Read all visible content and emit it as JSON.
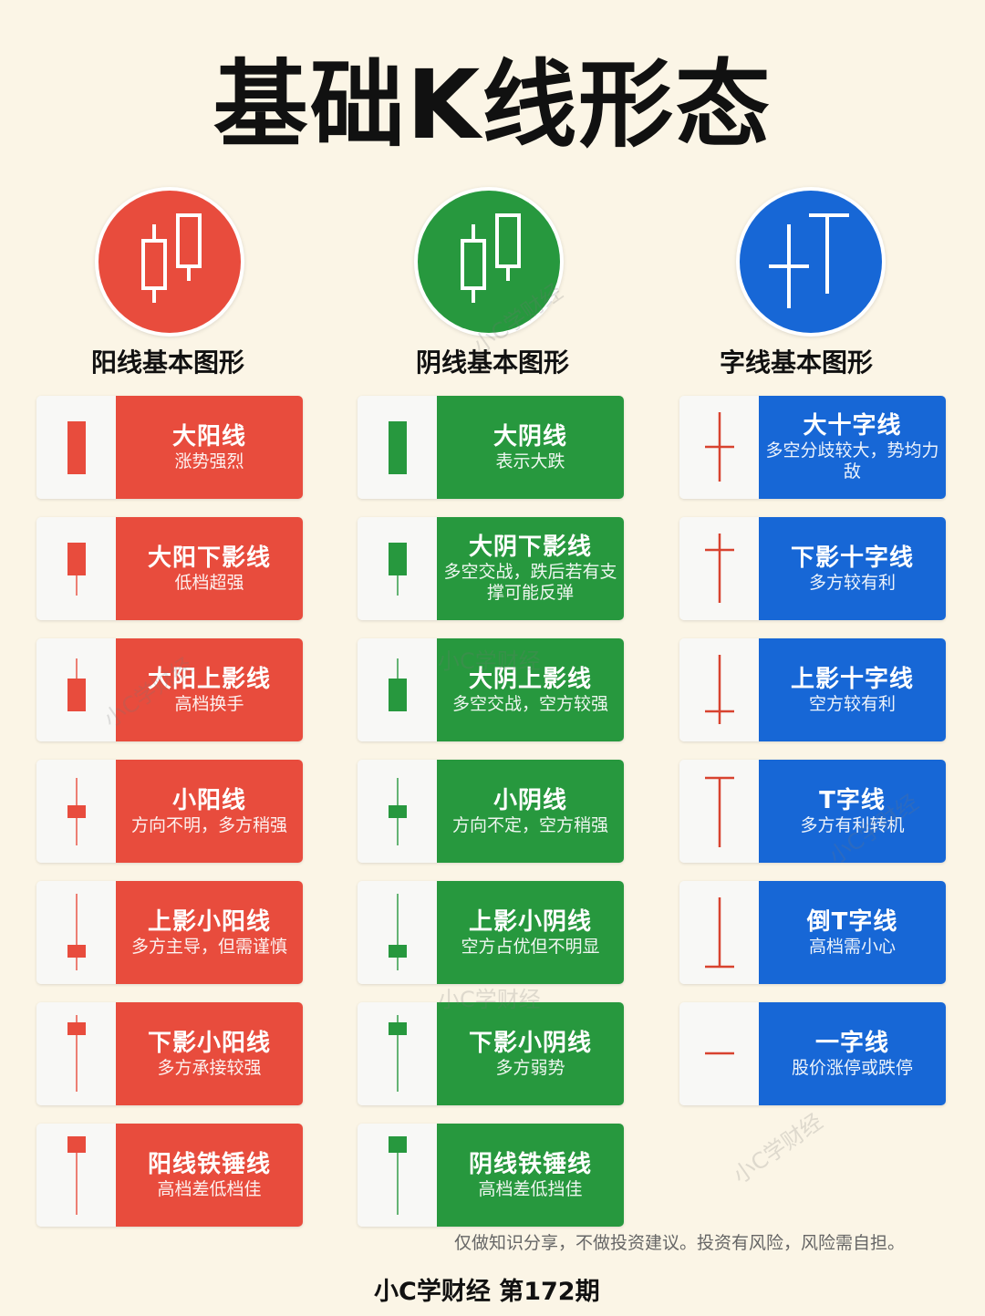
{
  "title": "基础K线形态",
  "colors": {
    "background": "#fbf5e6",
    "yang_red": "#e84c3d",
    "yin_green": "#27983e",
    "cross_blue": "#1767d6",
    "doji_line_red": "#d8432f"
  },
  "columns": [
    {
      "header": "阳线基本图形",
      "icon": "candlestick-icon",
      "color": "red",
      "cards": [
        {
          "name": "大阳线",
          "desc": "涨势强烈",
          "shape": "big-body"
        },
        {
          "name": "大阳下影线",
          "desc": "低档超强",
          "shape": "big-body-lower-shadow"
        },
        {
          "name": "大阳上影线",
          "desc": "高档换手",
          "shape": "big-body-upper-shadow"
        },
        {
          "name": "小阳线",
          "desc": "方向不明，多方稍强",
          "shape": "small-body-both-shadows"
        },
        {
          "name": "上影小阳线",
          "desc": "多方主导，但需谨慎",
          "shape": "small-body-long-upper"
        },
        {
          "name": "下影小阳线",
          "desc": "多方承接较强",
          "shape": "small-body-long-lower"
        },
        {
          "name": "阳线铁锤线",
          "desc": "高档差低档佳",
          "shape": "hammer"
        }
      ]
    },
    {
      "header": "阴线基本图形",
      "icon": "candlestick-icon",
      "color": "green",
      "cards": [
        {
          "name": "大阴线",
          "desc": "表示大跌",
          "shape": "big-body"
        },
        {
          "name": "大阴下影线",
          "desc": "多空交战，跌后若有支撑可能反弹",
          "shape": "big-body-lower-shadow"
        },
        {
          "name": "大阴上影线",
          "desc": "多空交战，空方较强",
          "shape": "big-body-upper-shadow"
        },
        {
          "name": "小阴线",
          "desc": "方向不定，空方稍强",
          "shape": "small-body-both-shadows"
        },
        {
          "name": "上影小阴线",
          "desc": "空方占优但不明显",
          "shape": "small-body-long-upper"
        },
        {
          "name": "下影小阴线",
          "desc": "多方弱势",
          "shape": "small-body-long-lower"
        },
        {
          "name": "阴线铁锤线",
          "desc": "高档差低挡佳",
          "shape": "hammer"
        }
      ]
    },
    {
      "header": "字线基本图形",
      "icon": "cross-t-icon",
      "color": "blue",
      "cards": [
        {
          "name": "大十字线",
          "desc": "多空分歧较大，势均力敌",
          "shape": "big-cross"
        },
        {
          "name": "下影十字线",
          "desc": "多方较有利",
          "shape": "lower-cross"
        },
        {
          "name": "上影十字线",
          "desc": "空方较有利",
          "shape": "upper-cross"
        },
        {
          "name": "T字线",
          "desc": "多方有利转机",
          "shape": "t-line"
        },
        {
          "name": "倒T字线",
          "desc": "高档需小心",
          "shape": "inverted-t"
        },
        {
          "name": "一字线",
          "desc": "股价涨停或跌停",
          "shape": "flat-line"
        }
      ]
    }
  ],
  "watermark": "小C学财经",
  "disclaimer": "仅做知识分享，不做投资建议。投资有风险，风险需自担。",
  "footer": "小C学财经  第172期"
}
